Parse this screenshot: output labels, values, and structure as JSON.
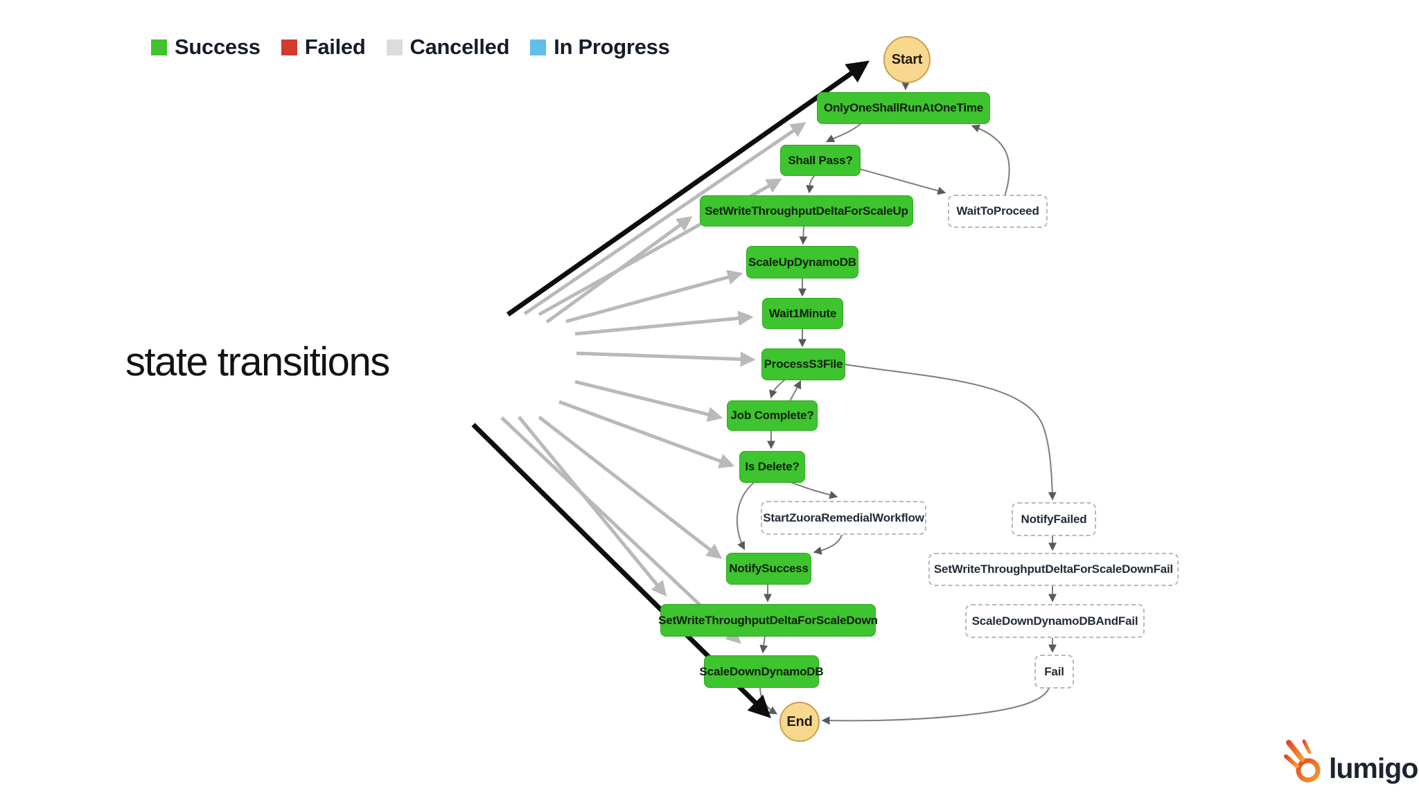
{
  "legend": {
    "items": [
      {
        "label": "Success",
        "color": "#3ec42e"
      },
      {
        "label": "Failed",
        "color": "#d6392e"
      },
      {
        "label": "Cancelled",
        "color": "#dcdcdc"
      },
      {
        "label": "In Progress",
        "color": "#5cc0ea"
      }
    ]
  },
  "annotation": {
    "label": "state transitions",
    "gray_arrow_targets": [
      "OnlyOneShallRunAtOneTime",
      "Shall Pass?",
      "SetWriteThroughputDeltaForScaleUp",
      "ScaleUpDynamoDB",
      "Wait1Minute",
      "ProcessS3File",
      "Job Complete?",
      "Is Delete?",
      "NotifySuccess",
      "SetWriteThroughputDeltaForScaleDown",
      "ScaleDownDynamoDB"
    ],
    "black_arrow_targets": [
      "Start",
      "End"
    ]
  },
  "diagram": {
    "nodes": [
      {
        "id": "start",
        "label": "Start",
        "type": "terminal"
      },
      {
        "id": "only_one_shall_run",
        "label": "OnlyOneShallRunAtOneTime",
        "type": "success"
      },
      {
        "id": "shall_pass",
        "label": "Shall Pass?",
        "type": "success"
      },
      {
        "id": "wait_to_proceed",
        "label": "WaitToProceed",
        "type": "not_run"
      },
      {
        "id": "set_write_throughput_up",
        "label": "SetWriteThroughputDeltaForScaleUp",
        "type": "success"
      },
      {
        "id": "scale_up_dynamodb",
        "label": "ScaleUpDynamoDB",
        "type": "success"
      },
      {
        "id": "wait_1_minute",
        "label": "Wait1Minute",
        "type": "success"
      },
      {
        "id": "process_s3_file",
        "label": "ProcessS3File",
        "type": "success"
      },
      {
        "id": "job_complete",
        "label": "Job Complete?",
        "type": "success"
      },
      {
        "id": "is_delete",
        "label": "Is Delete?",
        "type": "success"
      },
      {
        "id": "start_zuora_remedial_workflow",
        "label": "StartZuoraRemedialWorkflow",
        "type": "not_run"
      },
      {
        "id": "notify_success",
        "label": "NotifySuccess",
        "type": "success"
      },
      {
        "id": "set_write_throughput_down",
        "label": "SetWriteThroughputDeltaForScaleDown",
        "type": "success"
      },
      {
        "id": "scale_down_dynamodb",
        "label": "ScaleDownDynamoDB",
        "type": "success"
      },
      {
        "id": "end",
        "label": "End",
        "type": "terminal"
      },
      {
        "id": "notify_failed",
        "label": "NotifyFailed",
        "type": "not_run"
      },
      {
        "id": "set_write_throughput_down_fail",
        "label": "SetWriteThroughputDeltaForScaleDownFail",
        "type": "not_run"
      },
      {
        "id": "scale_down_dynamodb_and_fail",
        "label": "ScaleDownDynamoDBAndFail",
        "type": "not_run"
      },
      {
        "id": "fail",
        "label": "Fail",
        "type": "not_run"
      }
    ],
    "edges": [
      [
        "Start",
        "OnlyOneShallRunAtOneTime"
      ],
      [
        "OnlyOneShallRunAtOneTime",
        "Shall Pass?"
      ],
      [
        "Shall Pass?",
        "SetWriteThroughputDeltaForScaleUp"
      ],
      [
        "Shall Pass?",
        "WaitToProceed"
      ],
      [
        "WaitToProceed",
        "OnlyOneShallRunAtOneTime"
      ],
      [
        "SetWriteThroughputDeltaForScaleUp",
        "ScaleUpDynamoDB"
      ],
      [
        "ScaleUpDynamoDB",
        "Wait1Minute"
      ],
      [
        "Wait1Minute",
        "ProcessS3File"
      ],
      [
        "ProcessS3File",
        "Job Complete?"
      ],
      [
        "Job Complete?",
        "ProcessS3File"
      ],
      [
        "ProcessS3File",
        "NotifyFailed"
      ],
      [
        "Job Complete?",
        "Is Delete?"
      ],
      [
        "Is Delete?",
        "StartZuoraRemedialWorkflow"
      ],
      [
        "Is Delete?",
        "NotifySuccess"
      ],
      [
        "StartZuoraRemedialWorkflow",
        "NotifySuccess"
      ],
      [
        "NotifySuccess",
        "SetWriteThroughputDeltaForScaleDown"
      ],
      [
        "SetWriteThroughputDeltaForScaleDown",
        "ScaleDownDynamoDB"
      ],
      [
        "ScaleDownDynamoDB",
        "End"
      ],
      [
        "NotifyFailed",
        "SetWriteThroughputDeltaForScaleDownFail"
      ],
      [
        "SetWriteThroughputDeltaForScaleDownFail",
        "ScaleDownDynamoDBAndFail"
      ],
      [
        "ScaleDownDynamoDBAndFail",
        "Fail"
      ],
      [
        "Fail",
        "End"
      ]
    ]
  },
  "logo": {
    "text": "lumigo"
  },
  "colors": {
    "success": "#3ec42e",
    "success_border": "#2fa822",
    "failed": "#d6392e",
    "cancelled": "#dcdcdc",
    "in_progress": "#5cc0ea",
    "pending_border": "#b8b8b8",
    "terminal_fill": "#f7d88e",
    "terminal_border": "#c9a04d",
    "edge": "#7d7d7d",
    "arrow_gray": "#b9b9b9",
    "arrow_black": "#0d0d0d",
    "text_dark": "#161d29",
    "logo_orange": "#f0782c",
    "logo_red": "#e2492a",
    "logo_text": "#1c2430"
  }
}
